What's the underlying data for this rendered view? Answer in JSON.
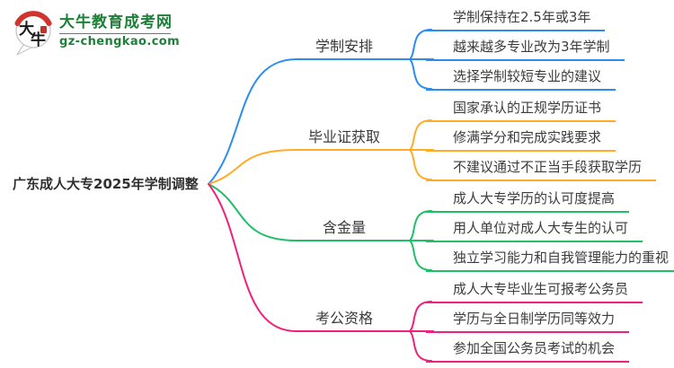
{
  "logo": {
    "icon_text": "大牛",
    "title": "大牛教育成考网",
    "domain": "gz-chengkao.com",
    "brand_color": "#1e8038",
    "accent_red": "#d0342c"
  },
  "mindmap": {
    "root": "广东成人大专2025年学制调整",
    "branches": [
      {
        "label": "学制安排",
        "color": "#2b8cf0",
        "children": [
          "学制保持在2.5年或3年",
          "越来越多专业改为3年学制",
          "选择学制较短专业的建议"
        ]
      },
      {
        "label": "毕业证获取",
        "color": "#ffad26",
        "children": [
          "国家承认的正规学历证书",
          "修满学分和完成实践要求",
          "不建议通过不正当手段获取学历"
        ]
      },
      {
        "label": "含金量",
        "color": "#1fbf67",
        "children": [
          "成人大专学历的认可度提高",
          "用人单位对成人大专生的认可",
          "独立学习能力和自我管理能力的重视"
        ]
      },
      {
        "label": "考公资格",
        "color": "#f0217c",
        "children": [
          "成人大专毕业生可报考公务员",
          "学历与全日制学历同等效力",
          "参加全国公务员考试的机会"
        ]
      }
    ]
  }
}
